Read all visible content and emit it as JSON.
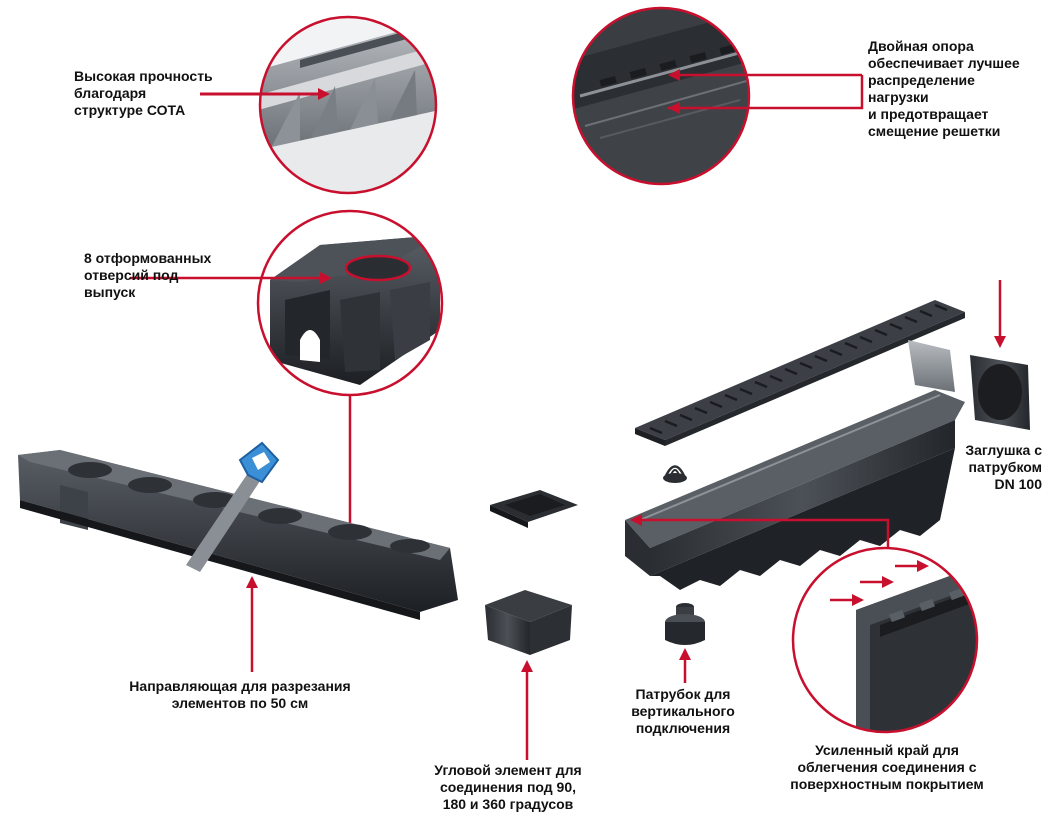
{
  "accent_color": "#c8102e",
  "labels": {
    "honeycomb": "Высокая прочность\nблагодаря\nструктуре СОТА",
    "double_support": "Двойная опора\nобеспечивает лучшее\nраспределение\nнагрузки\nи предотвращает\nсмещение решетки",
    "outlets": "8 отформованных\nотверсий под\nвыпуск",
    "end_cap": "Заглушка с\nпатрубком\nDN 100",
    "cut_guide": "Направляющая для разрезания\nэлементов по 50 см",
    "vertical_outlet": "Патрубок для\nвертикального\nподключения",
    "corner_element": "Угловой элемент для\nсоединения под 90,\n180 и 360 градусов",
    "reinforced_edge": "Усиленный край для\nоблегчения соединения с\nповерхностным покрытием"
  }
}
